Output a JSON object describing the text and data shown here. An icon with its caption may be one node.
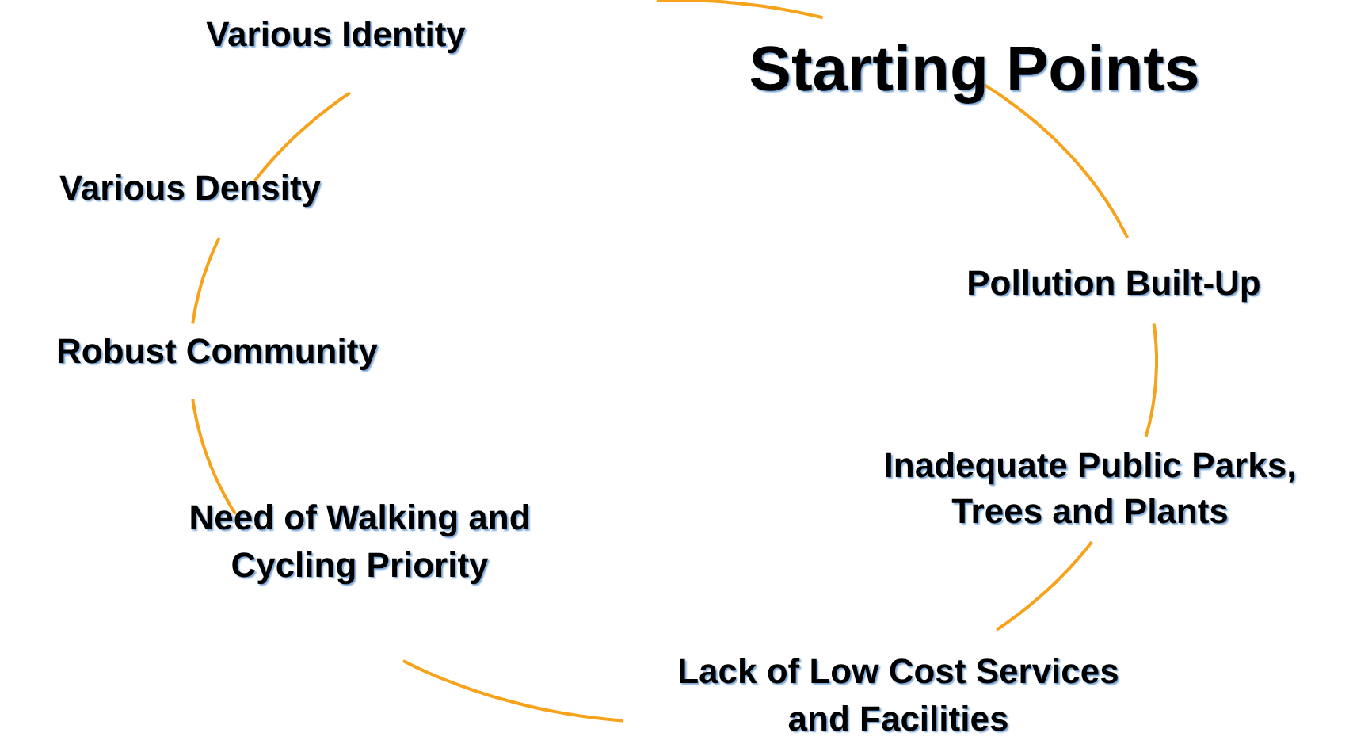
{
  "diagram": {
    "nodes": [
      {
        "text": [
          "Starting Points"
        ]
      },
      {
        "text": [
          "Pollution Built-Up"
        ]
      },
      {
        "text": [
          "Inadequate Public Parks, Trees and Plants"
        ]
      },
      {
        "text": [
          "Lack of Low Cost Services and Facilities"
        ]
      },
      {
        "text": [
          "Need of Walking and Cycling Priority"
        ]
      },
      {
        "text": [
          "Robust Community"
        ]
      },
      {
        "text": [
          "Various Density"
        ]
      },
      {
        "text": [
          "Various Identity"
        ]
      }
    ],
    "edges": [
      {
        "from": 0,
        "to": 1,
        "arrow": "none"
      },
      {
        "from": 1,
        "to": 2,
        "arrow": "none"
      },
      {
        "from": 2,
        "to": 3,
        "arrow": "none"
      },
      {
        "from": 3,
        "to": 4,
        "arrow": "none"
      },
      {
        "from": 4,
        "to": 5,
        "arrow": "none"
      },
      {
        "from": 5,
        "to": 6,
        "arrow": "none"
      },
      {
        "from": 6,
        "to": 7,
        "arrow": "none"
      },
      {
        "from": null,
        "to": 0,
        "arrow": "none"
      }
    ]
  }
}
